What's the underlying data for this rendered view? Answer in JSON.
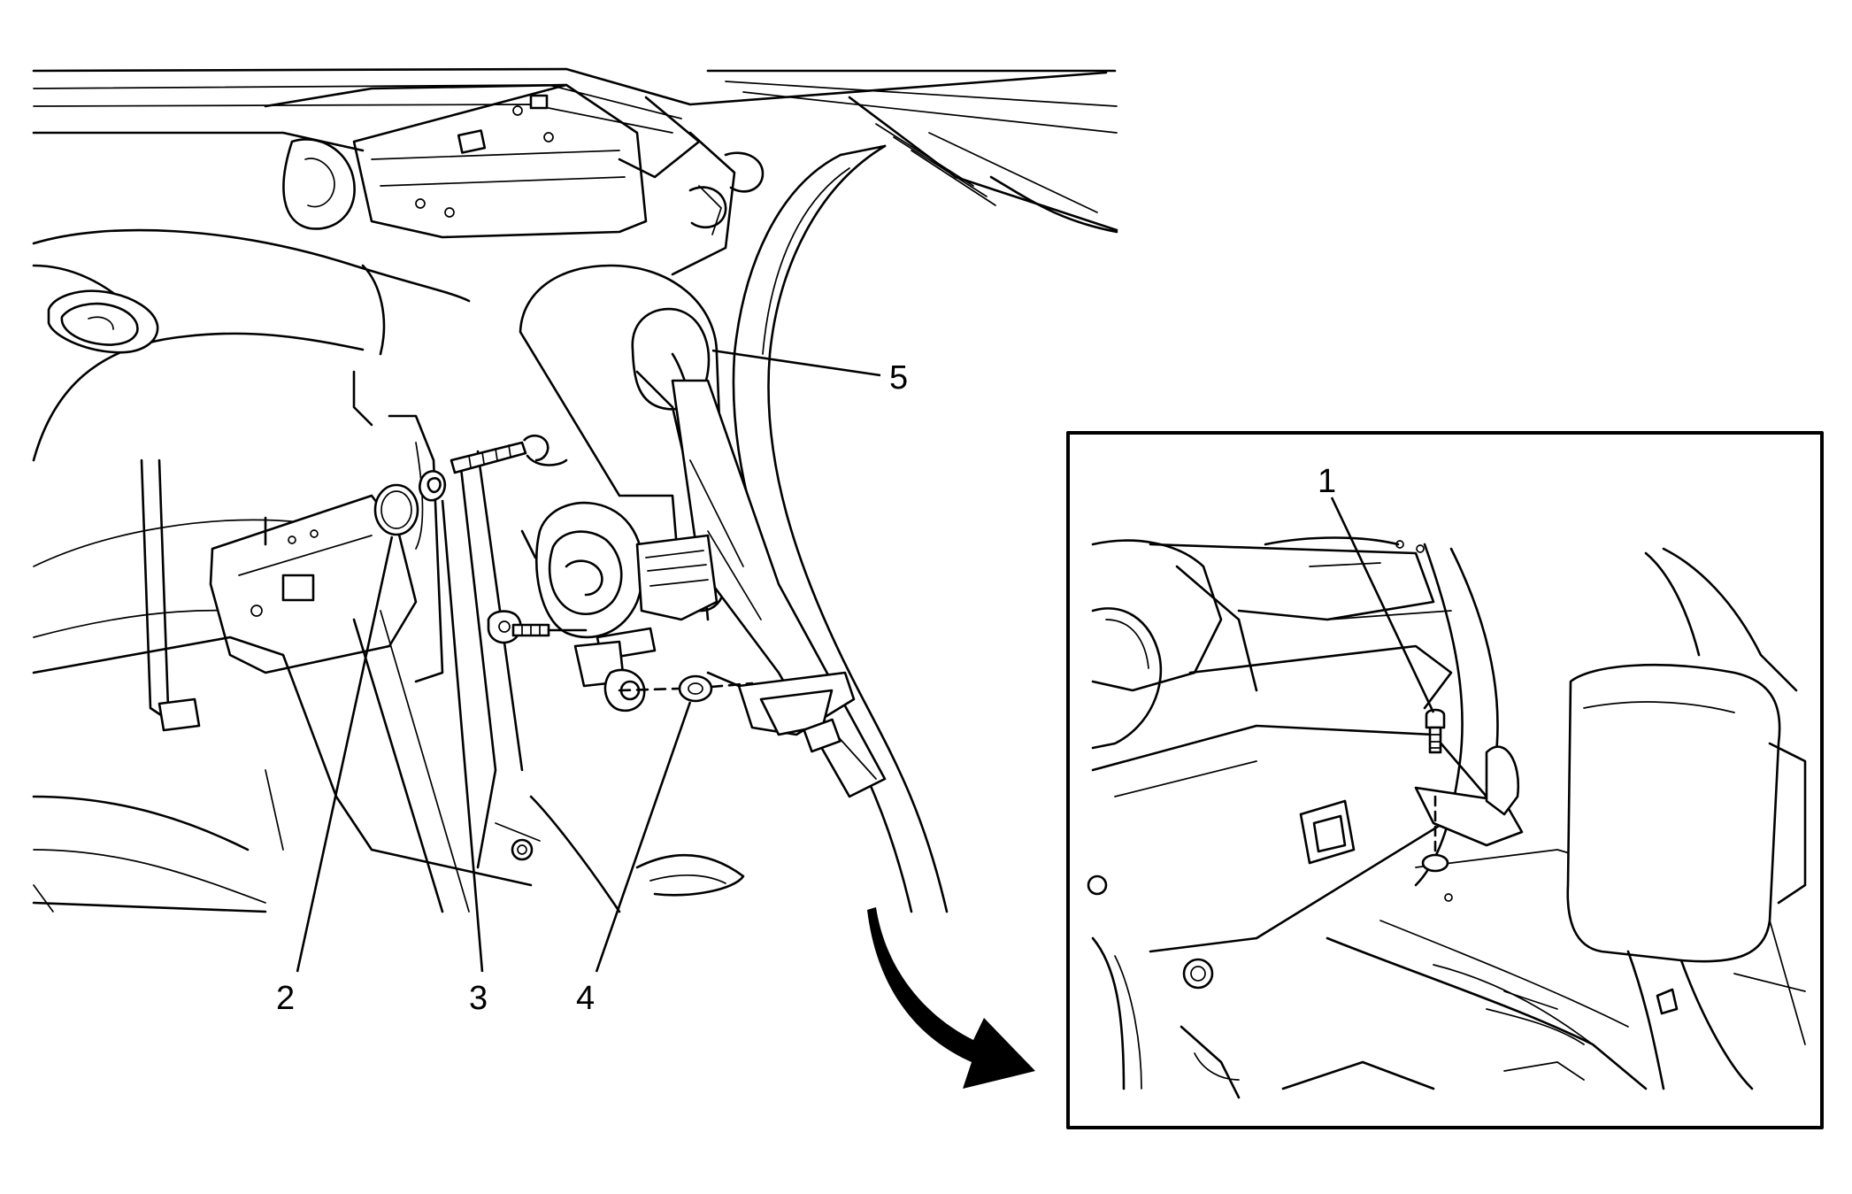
{
  "callouts": [
    {
      "id": "1",
      "label": "1"
    },
    {
      "id": "2",
      "label": "2"
    },
    {
      "id": "3",
      "label": "3"
    },
    {
      "id": "4",
      "label": "4"
    },
    {
      "id": "5",
      "label": "5"
    }
  ],
  "icons": {
    "transition_arrow": "curved-arrow-icon"
  },
  "colors": {
    "line": "#000000",
    "background": "#ffffff"
  }
}
